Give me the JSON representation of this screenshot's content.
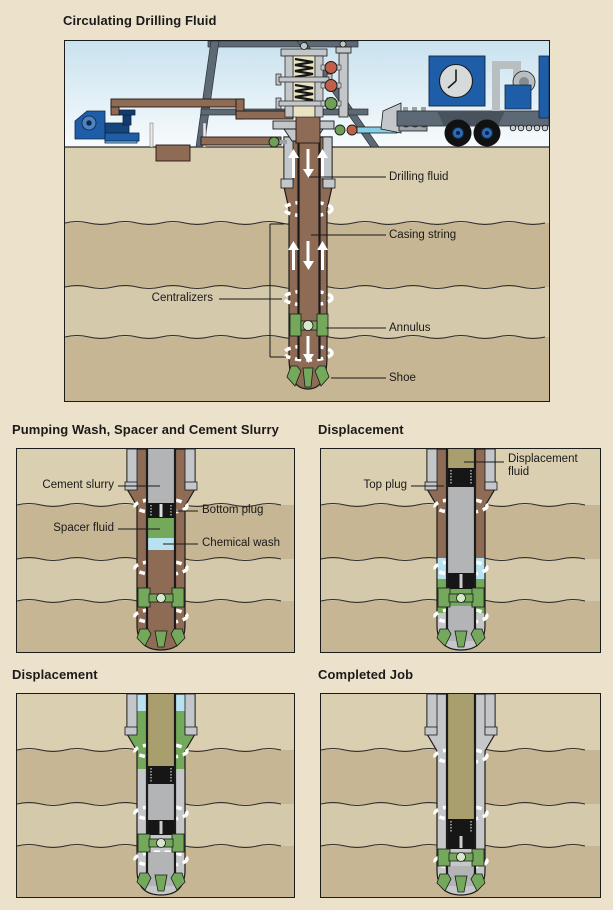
{
  "document": {
    "background": "#ece2cb"
  },
  "colors": {
    "page_bg": "#ece2cb",
    "panel_border": "#1b1b1b",
    "sky_top": "#c9e2ef",
    "sky_bottom": "#f7fbfd",
    "soil_light": "#dbcfb1",
    "soil_light2": "#d5c9ab",
    "soil_dark": "#c7b694",
    "soil_line": "#2b2b2b",
    "mud_brown": "#8d6b55",
    "cement_gray": "#b3b4b5",
    "annulus_cement": "#c6c7c8",
    "spacer_green": "#74a95c",
    "wash_blue": "#b9e2f1",
    "displacement_fluid": "#a89e6e",
    "equipment_blue": "#1e5da8",
    "steel_gray": "#c3c7ca",
    "steel_mid": "#9aa2a8",
    "derrick_gray": "#5d6974",
    "valve_red": "#c0604a",
    "valve_green": "#6f9e56",
    "pipe_lightblue": "#86cfe6",
    "head_cream": "#e9e3c4",
    "plug_black": "#161616",
    "arrow_white": "#ffffff",
    "collar_circle": "#d8e7cc"
  },
  "panels": {
    "circulating": {
      "title": "Circulating Drilling Fluid",
      "labels": {
        "drilling_fluid": "Drilling fluid",
        "casing_string": "Casing string",
        "centralizers": "Centralizers",
        "annulus": "Annulus",
        "shoe": "Shoe"
      }
    },
    "pumping": {
      "title": "Pumping Wash, Spacer and Cement Slurry",
      "labels": {
        "cement_slurry": "Cement slurry",
        "bottom_plug": "Bottom plug",
        "spacer_fluid": "Spacer fluid",
        "chemical_wash": "Chemical wash"
      }
    },
    "displacement1": {
      "title": "Displacement",
      "labels": {
        "displacement_fluid": "Displacement fluid",
        "top_plug": "Top plug"
      }
    },
    "displacement2": {
      "title": "Displacement"
    },
    "completed": {
      "title": "Completed Job"
    }
  }
}
